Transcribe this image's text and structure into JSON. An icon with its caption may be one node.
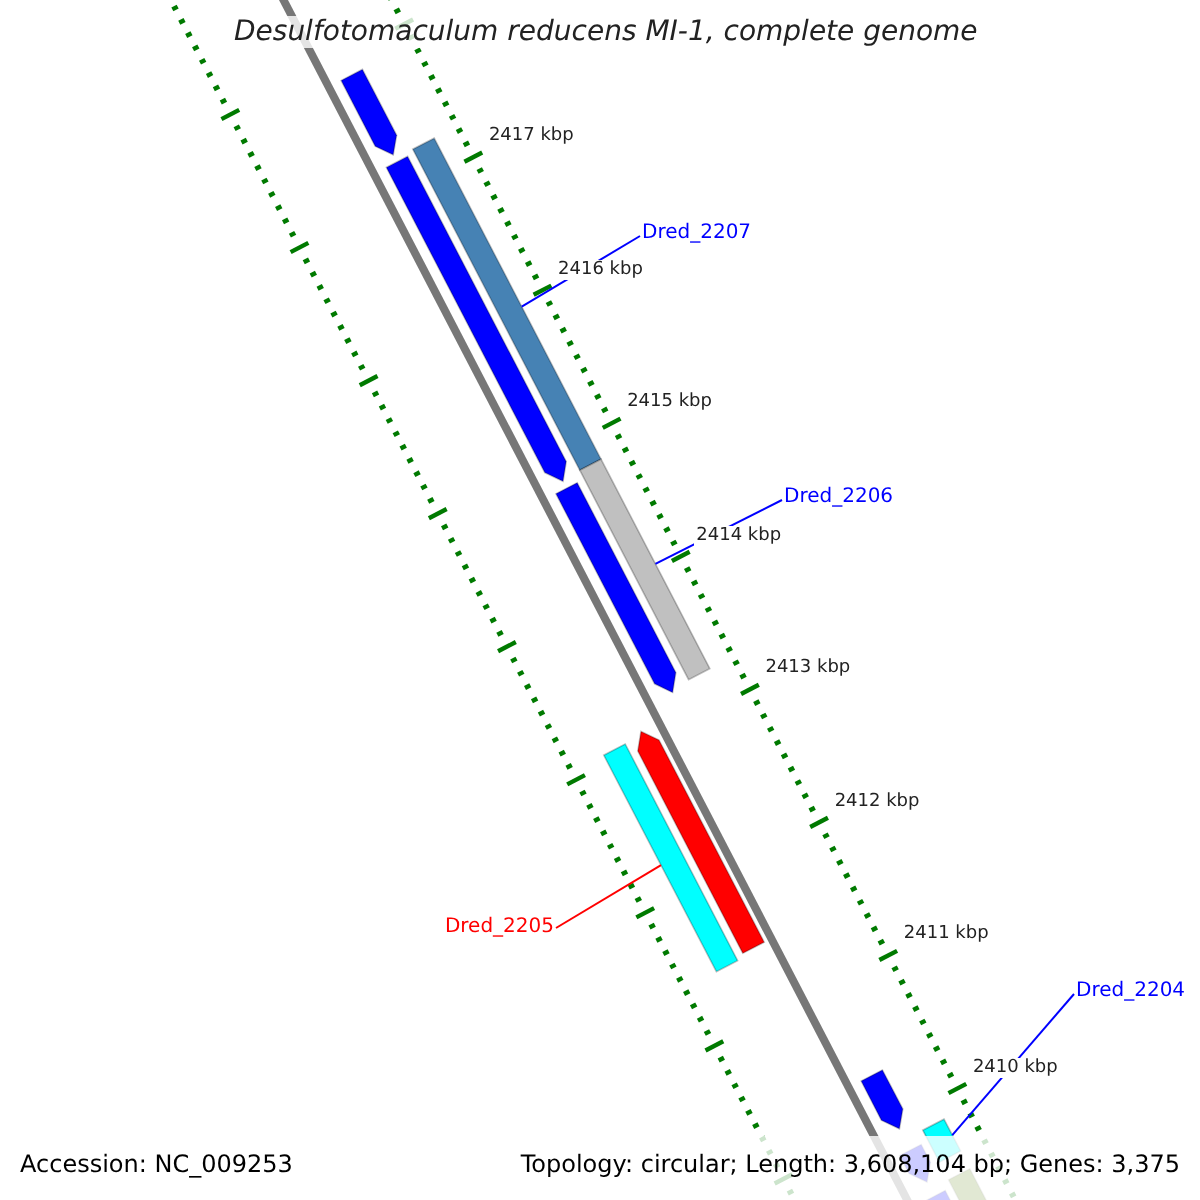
{
  "diagram": {
    "title": "Desulfotomaculum reducens MI-1, complete genome",
    "nodes": [
      {
        "text": [
          "Dred_2207"
        ]
      },
      {
        "text": [],
        "shape": "bar"
      },
      {
        "text": [
          "Dred_2206"
        ]
      },
      {
        "text": [],
        "shape": "bar"
      },
      {
        "text": [
          "Dred_2205"
        ]
      },
      {
        "text": [],
        "shape": "bar"
      },
      {
        "text": [
          "Dred_2204"
        ]
      },
      {
        "text": [],
        "shape": "bar"
      }
    ],
    "edges": [
      {
        "from": 0,
        "to": 1,
        "arrow": "none"
      },
      {
        "from": 2,
        "to": 3,
        "arrow": "none"
      },
      {
        "from": 4,
        "to": 5,
        "arrow": "none",
        "color": "#ff0000"
      },
      {
        "from": 6,
        "to": 7,
        "arrow": "none"
      }
    ],
    "labels": [
      "2417 kbp",
      "2416 kbp",
      "2415 kbp",
      "2414 kbp",
      "2413 kbp",
      "2412 kbp",
      "2411 kbp",
      "2410 kbp",
      "Accession: NC_009253",
      "Topology: circular; Length: 3,608,104 bp; Genes: 3,375"
    ]
  }
}
